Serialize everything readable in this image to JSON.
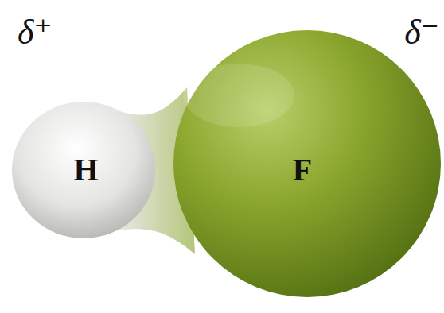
{
  "diagram": {
    "nodes": [
      {
        "text": [
          "H"
        ]
      },
      {
        "text": [
          "F"
        ]
      }
    ],
    "labels": [
      "δ⁺",
      "δ⁻"
    ]
  }
}
